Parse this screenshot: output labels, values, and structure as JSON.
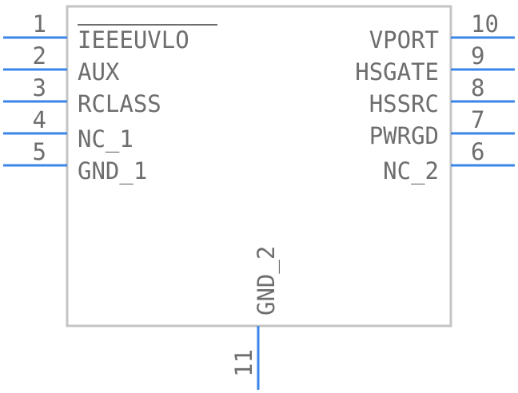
{
  "component": {
    "pins_left": [
      {
        "number": "1",
        "name": "IEEEUVLO",
        "active_low": true
      },
      {
        "number": "2",
        "name": "AUX",
        "active_low": false
      },
      {
        "number": "3",
        "name": "RCLASS",
        "active_low": false
      },
      {
        "number": "4",
        "name": "NC_1",
        "active_low": false
      },
      {
        "number": "5",
        "name": "GND_1",
        "active_low": false
      }
    ],
    "pins_right": [
      {
        "number": "10",
        "name": "VPORT",
        "active_low": false
      },
      {
        "number": "9",
        "name": "HSGATE",
        "active_low": false
      },
      {
        "number": "8",
        "name": "HSSRC",
        "active_low": false
      },
      {
        "number": "7",
        "name": "PWRGD",
        "active_low": false
      },
      {
        "number": "6",
        "name": "NC_2",
        "active_low": false
      }
    ],
    "pins_bottom": [
      {
        "number": "11",
        "name": "GND_2",
        "active_low": false
      }
    ]
  },
  "colors": {
    "pin": "#3a86e8",
    "body_outline": "#c4c4c4",
    "text": "#6e6e6e"
  }
}
